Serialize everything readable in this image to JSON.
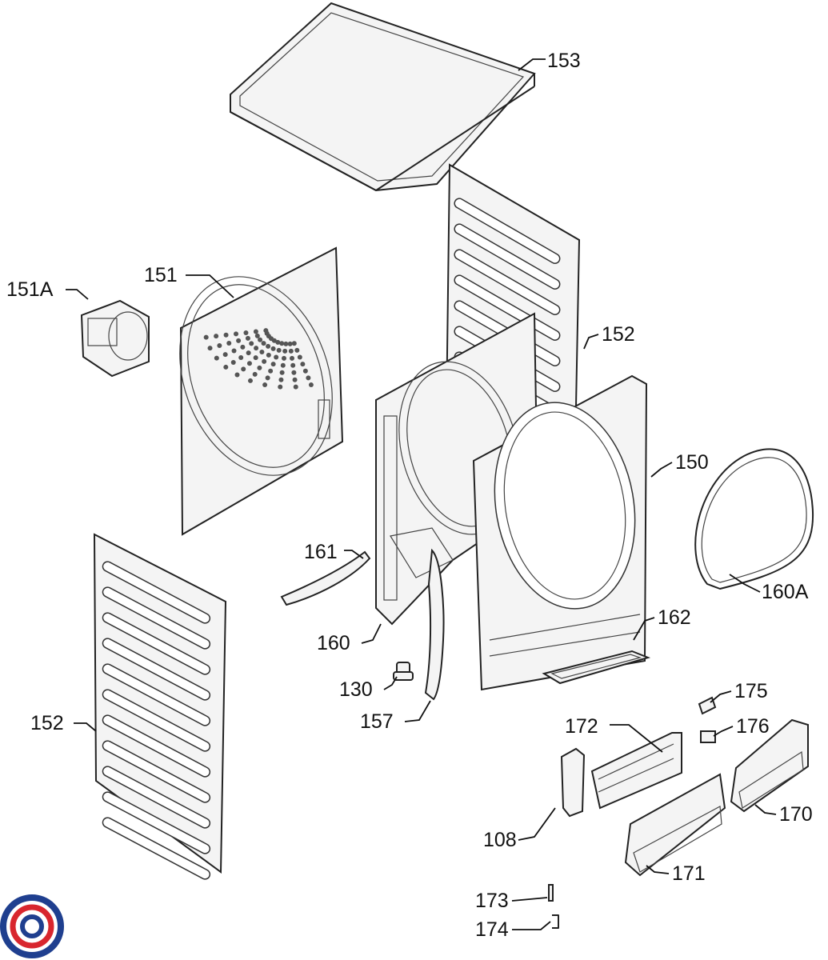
{
  "diagram": {
    "labels": [
      {
        "id": "153",
        "text": "153"
      },
      {
        "id": "151A",
        "text": "151A"
      },
      {
        "id": "151",
        "text": "151"
      },
      {
        "id": "152-top",
        "text": "152"
      },
      {
        "id": "150",
        "text": "150"
      },
      {
        "id": "161",
        "text": "161"
      },
      {
        "id": "160A",
        "text": "160A"
      },
      {
        "id": "162",
        "text": "162"
      },
      {
        "id": "160",
        "text": "160"
      },
      {
        "id": "130",
        "text": "130"
      },
      {
        "id": "175",
        "text": "175"
      },
      {
        "id": "157",
        "text": "157"
      },
      {
        "id": "152-left",
        "text": "152"
      },
      {
        "id": "172",
        "text": "172"
      },
      {
        "id": "176",
        "text": "176"
      },
      {
        "id": "170",
        "text": "170"
      },
      {
        "id": "108",
        "text": "108"
      },
      {
        "id": "171",
        "text": "171"
      },
      {
        "id": "173",
        "text": "173"
      },
      {
        "id": "174",
        "text": "174"
      }
    ]
  },
  "colors": {
    "line": "#222222",
    "logo_red": "#d8262e",
    "logo_blue": "#1f3f8f"
  },
  "icons": {
    "logo": "circular-brand-logo-icon"
  }
}
